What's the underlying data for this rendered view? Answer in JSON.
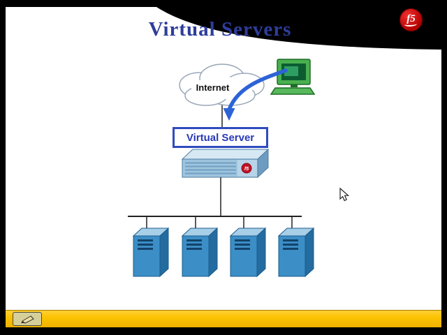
{
  "frame": {
    "type": "presentation-slide-video-frame"
  },
  "slide": {
    "title": "Virtual Servers",
    "colors": {
      "title_blue": "#2e3d9b",
      "box_border_blue": "#2f4bbf",
      "footer_yellow": "#fcc203",
      "server_tower_blue": "#3b8ec6",
      "arrow_blue": "#2d63d6",
      "logo_red": "#c11122",
      "header_curve": "#000000"
    }
  },
  "logo": {
    "text": "f5"
  },
  "diagram": {
    "cloud_label": "Internet",
    "virtual_server_label": "Virtual Server",
    "appliance_logo": "f5",
    "backend_servers": 4
  }
}
